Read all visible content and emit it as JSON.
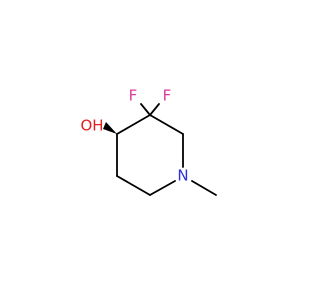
{
  "molecule": {
    "atoms": {
      "fluorine_left": {
        "symbol": "F",
        "color": "#DB3B9B"
      },
      "fluorine_right": {
        "symbol": "F",
        "color": "#DB3B9B"
      },
      "hydroxyl": {
        "symbol": "OH",
        "color": "#E02020"
      },
      "nitrogen": {
        "symbol": "N",
        "color": "#2A2FD6"
      }
    },
    "bond_color": "#000000",
    "stereo_bond": "wedge"
  }
}
